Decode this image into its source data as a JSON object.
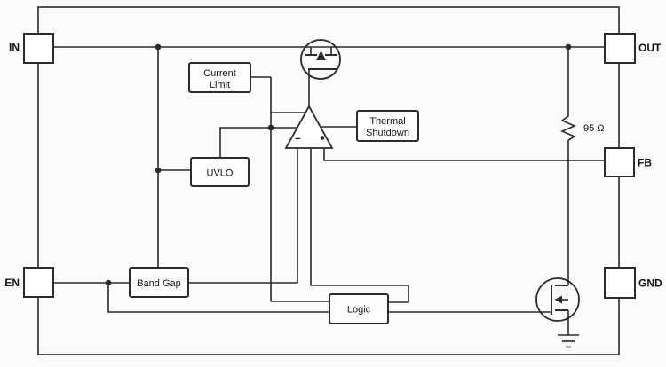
{
  "pins": {
    "in": "IN",
    "out": "OUT",
    "fb": "FB",
    "gnd": "GND",
    "en": "EN"
  },
  "blocks": {
    "current_limit_line1": "Current",
    "current_limit_line2": "Limit",
    "uvlo": "UVLO",
    "thermal_shutdown_line1": "Thermal",
    "thermal_shutdown_line2": "Shutdown",
    "band_gap": "Band Gap",
    "logic": "Logic"
  },
  "components": {
    "resistor_value": "95 Ω",
    "opamp_inverting_label": "−"
  },
  "colors": {
    "line": "#2b2b2b",
    "background": "#fbfbfb",
    "text": "#141414"
  }
}
